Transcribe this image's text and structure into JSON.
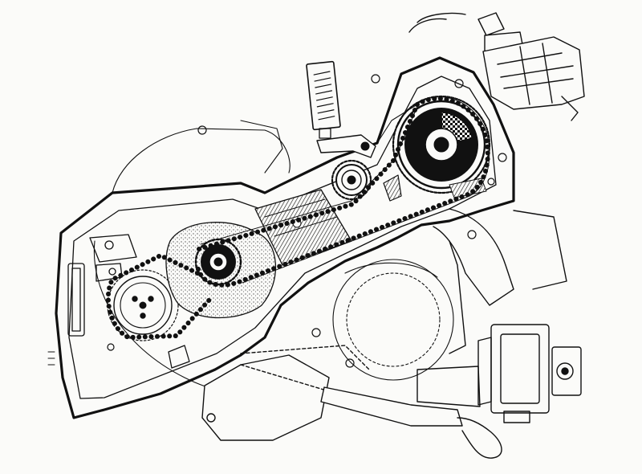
{
  "figure": {
    "kind": "engine cutaway line drawing",
    "ink_color": "#111111",
    "paper_color": "#fbfbf9",
    "stipple_color": "#cfcfcf"
  },
  "components": [
    "engine-housing",
    "crankcase-cover",
    "crankshaft-sprocket",
    "camshaft-sprocket",
    "idler-sprocket",
    "lower-gear",
    "timing-chain",
    "chain-tensioner",
    "spring-tensioner-plunger",
    "piston-cylinder",
    "distributor",
    "carburettor",
    "dipstick",
    "oil-pan",
    "flywheel"
  ]
}
